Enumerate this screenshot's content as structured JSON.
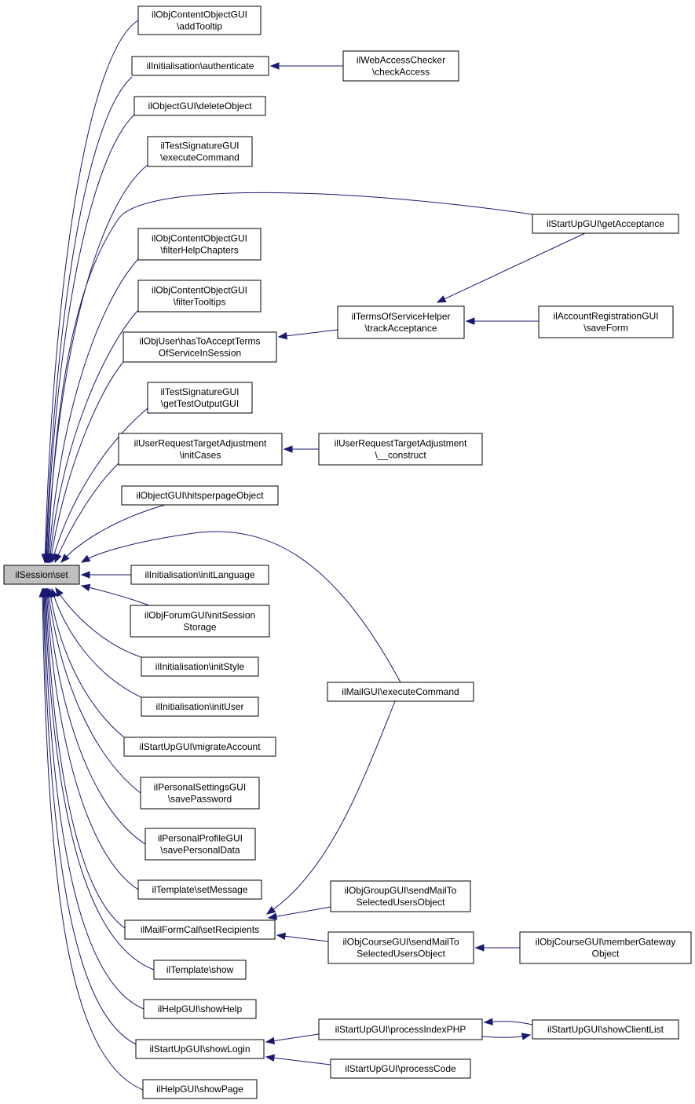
{
  "root": [
    "ilSession\\set"
  ],
  "nodes": [
    {
      "id": "n1",
      "lines": [
        "ilObjContentObjectGUI",
        "\\addTooltip"
      ]
    },
    {
      "id": "n2",
      "lines": [
        "ilInitialisation\\authenticate"
      ]
    },
    {
      "id": "n3",
      "lines": [
        "ilWebAccessChecker",
        "\\checkAccess"
      ]
    },
    {
      "id": "n4",
      "lines": [
        "ilObjectGUI\\deleteObject"
      ]
    },
    {
      "id": "n5",
      "lines": [
        "ilTestSignatureGUI",
        "\\executeCommand"
      ]
    },
    {
      "id": "n6",
      "lines": [
        "ilStartUpGUI\\getAcceptance"
      ]
    },
    {
      "id": "n7",
      "lines": [
        "ilObjContentObjectGUI",
        "\\filterHelpChapters"
      ]
    },
    {
      "id": "n8",
      "lines": [
        "ilObjContentObjectGUI",
        "\\filterTooltips"
      ]
    },
    {
      "id": "n9",
      "lines": [
        "ilTermsOfServiceHelper",
        "\\trackAcceptance"
      ]
    },
    {
      "id": "n10",
      "lines": [
        "ilAccountRegistrationGUI",
        "\\saveForm"
      ]
    },
    {
      "id": "n11",
      "lines": [
        "ilObjUser\\hasToAcceptTerms",
        "OfServiceInSession"
      ]
    },
    {
      "id": "n12",
      "lines": [
        "ilTestSignatureGUI",
        "\\getTestOutputGUI"
      ]
    },
    {
      "id": "n13",
      "lines": [
        "ilUserRequestTargetAdjustment",
        "\\initCases"
      ]
    },
    {
      "id": "n14",
      "lines": [
        "ilUserRequestTargetAdjustment",
        "\\__construct"
      ]
    },
    {
      "id": "n15",
      "lines": [
        "ilObjectGUI\\hitsperpageObject"
      ]
    },
    {
      "id": "n16",
      "lines": [
        "ilInitialisation\\initLanguage"
      ]
    },
    {
      "id": "n17",
      "lines": [
        "ilObjForumGUI\\initSession",
        "Storage"
      ]
    },
    {
      "id": "n18",
      "lines": [
        "ilInitialisation\\initStyle"
      ]
    },
    {
      "id": "n19",
      "lines": [
        "ilMailGUI\\executeCommand"
      ]
    },
    {
      "id": "n20",
      "lines": [
        "ilInitialisation\\initUser"
      ]
    },
    {
      "id": "n21",
      "lines": [
        "ilStartUpGUI\\migrateAccount"
      ]
    },
    {
      "id": "n22",
      "lines": [
        "ilPersonalSettingsGUI",
        "\\savePassword"
      ]
    },
    {
      "id": "n23",
      "lines": [
        "ilPersonalProfileGUI",
        "\\savePersonalData"
      ]
    },
    {
      "id": "n24",
      "lines": [
        "ilTemplate\\setMessage"
      ]
    },
    {
      "id": "n25",
      "lines": [
        "ilObjGroupGUI\\sendMailTo",
        "SelectedUsersObject"
      ]
    },
    {
      "id": "n26",
      "lines": [
        "ilMailFormCall\\setRecipients"
      ]
    },
    {
      "id": "n27",
      "lines": [
        "ilObjCourseGUI\\sendMailTo",
        "SelectedUsersObject"
      ]
    },
    {
      "id": "n28",
      "lines": [
        "ilObjCourseGUI\\memberGateway",
        "Object"
      ]
    },
    {
      "id": "n29",
      "lines": [
        "ilTemplate\\show"
      ]
    },
    {
      "id": "n30",
      "lines": [
        "ilHelpGUI\\showHelp"
      ]
    },
    {
      "id": "n31",
      "lines": [
        "ilStartUpGUI\\processIndexPHP"
      ]
    },
    {
      "id": "n32",
      "lines": [
        "ilStartUpGUI\\showClientList"
      ]
    },
    {
      "id": "n33",
      "lines": [
        "ilStartUpGUI\\showLogin"
      ]
    },
    {
      "id": "n34",
      "lines": [
        "ilStartUpGUI\\processCode"
      ]
    },
    {
      "id": "n35",
      "lines": [
        "ilHelpGUI\\showPage"
      ]
    }
  ],
  "edges": [
    {
      "from": "n1",
      "to": "root"
    },
    {
      "from": "n2",
      "to": "root"
    },
    {
      "from": "n3",
      "to": "n2"
    },
    {
      "from": "n4",
      "to": "root"
    },
    {
      "from": "n5",
      "to": "root"
    },
    {
      "from": "n6",
      "to": "root"
    },
    {
      "from": "n7",
      "to": "root"
    },
    {
      "from": "n8",
      "to": "root"
    },
    {
      "from": "n11",
      "to": "root"
    },
    {
      "from": "n9",
      "to": "n11"
    },
    {
      "from": "n6",
      "to": "n9"
    },
    {
      "from": "n10",
      "to": "n9"
    },
    {
      "from": "n12",
      "to": "root"
    },
    {
      "from": "n13",
      "to": "root"
    },
    {
      "from": "n14",
      "to": "n13"
    },
    {
      "from": "n15",
      "to": "root"
    },
    {
      "from": "n16",
      "to": "root"
    },
    {
      "from": "n17",
      "to": "root"
    },
    {
      "from": "n18",
      "to": "root"
    },
    {
      "from": "n19",
      "to": "root"
    },
    {
      "from": "n20",
      "to": "root"
    },
    {
      "from": "n21",
      "to": "root"
    },
    {
      "from": "n22",
      "to": "root"
    },
    {
      "from": "n23",
      "to": "root"
    },
    {
      "from": "n24",
      "to": "root"
    },
    {
      "from": "n26",
      "to": "root"
    },
    {
      "from": "n19",
      "to": "n26"
    },
    {
      "from": "n25",
      "to": "n26"
    },
    {
      "from": "n27",
      "to": "n26"
    },
    {
      "from": "n28",
      "to": "n27"
    },
    {
      "from": "n29",
      "to": "root"
    },
    {
      "from": "n30",
      "to": "root"
    },
    {
      "from": "n33",
      "to": "root"
    },
    {
      "from": "n31",
      "to": "n33"
    },
    {
      "from": "n34",
      "to": "n33"
    },
    {
      "from": "n32",
      "to": "n31"
    },
    {
      "from": "n31",
      "to": "n32"
    },
    {
      "from": "n35",
      "to": "root"
    }
  ]
}
